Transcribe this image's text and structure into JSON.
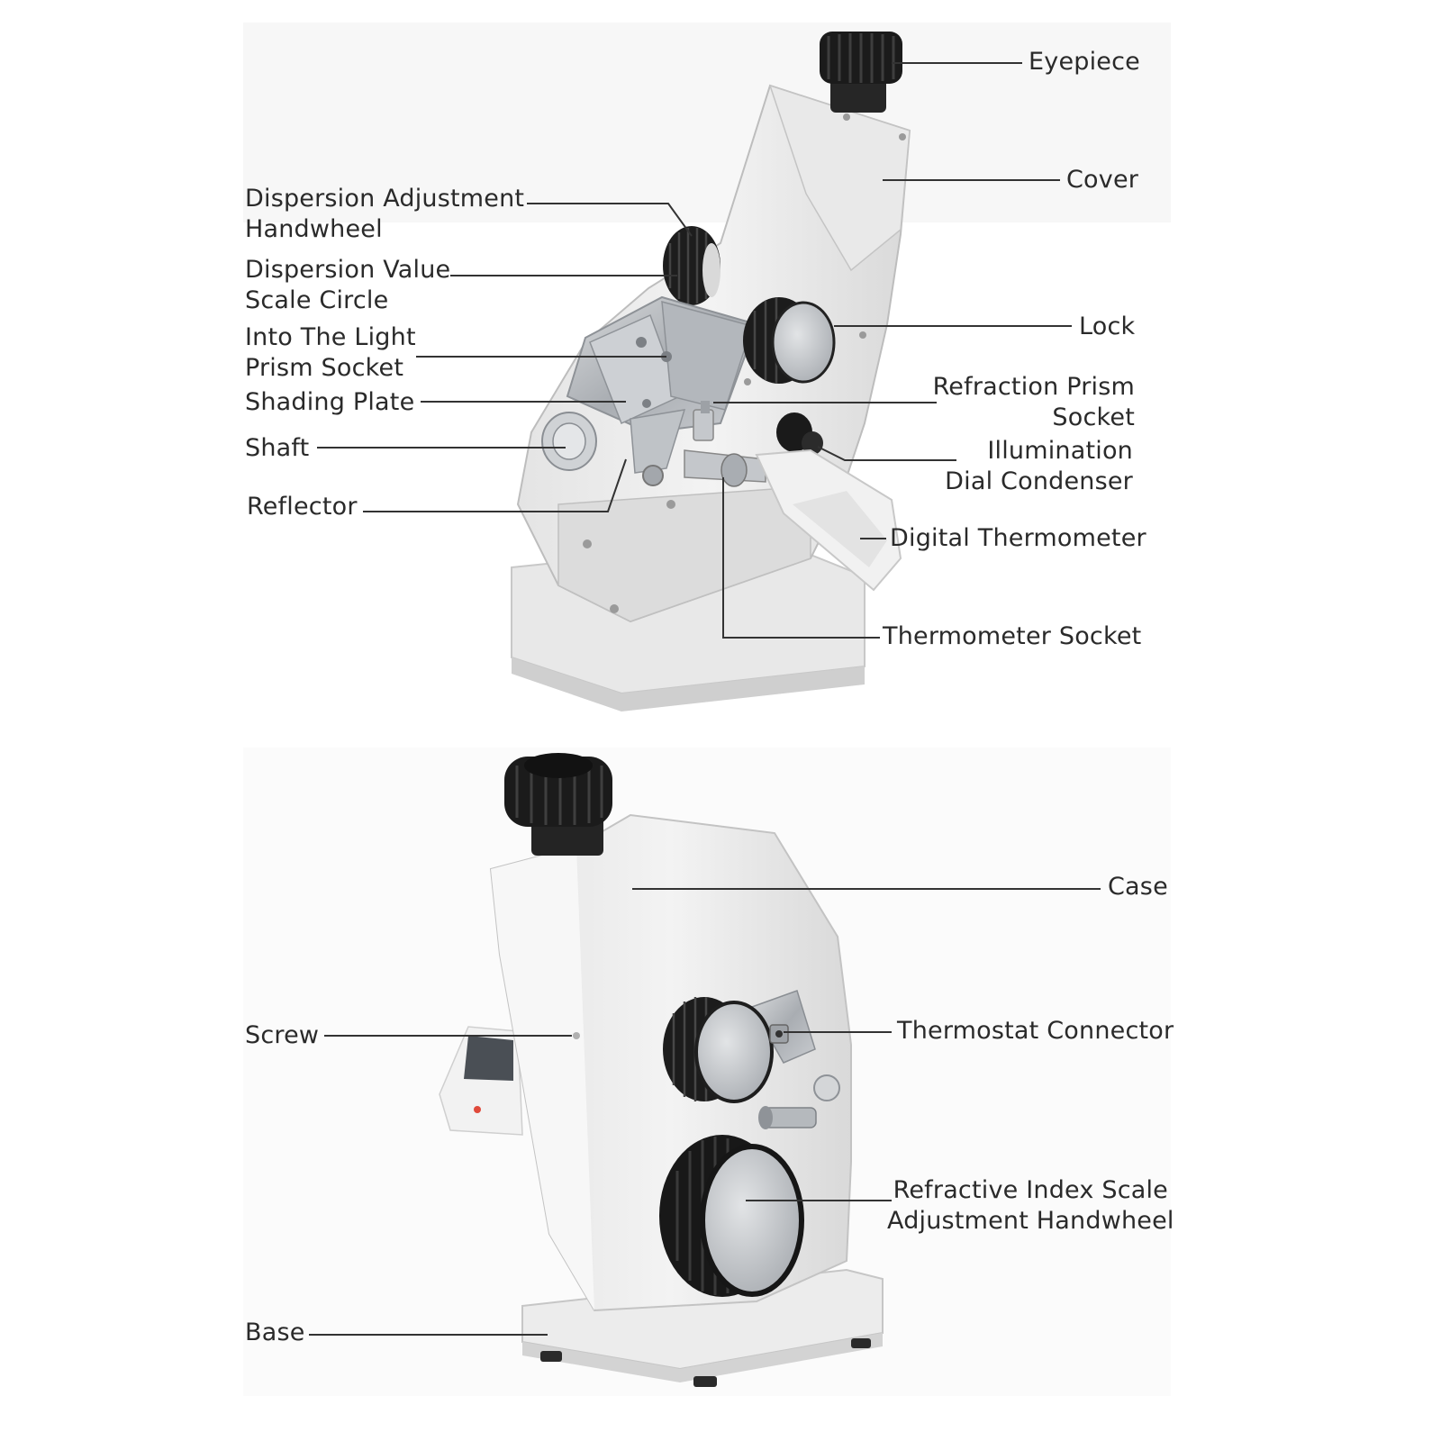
{
  "colors": {
    "background": "#ffffff",
    "panel": "#f8f8f8",
    "body_white": "#eeeeee",
    "body_shade": "#d6d6d6",
    "knob_black": "#1d1d1d",
    "steel": "#b8bcc0",
    "dial_face": "#c9ccd0",
    "leader_line": "#333333",
    "label_text": "#2a2a2a"
  },
  "icons": {
    "eyepiece": "black-knurled-eyepiece",
    "handwheel": "black-knurled-dial",
    "prism_box": "steel-prism-assembly",
    "thermometer": "digital-thermometer-probe"
  },
  "top_view": {
    "labels": {
      "eyepiece": "Eyepiece",
      "cover": "Cover",
      "dispersion_adjustment_handwheel": "Dispersion Adjustment\nHandwheel",
      "dispersion_value_scale_circle": "Dispersion Value\nScale Circle",
      "lock": "Lock",
      "into_the_light_prism_socket": "Into The Light\nPrism Socket",
      "refraction_prism_socket": "Refraction Prism\nSocket",
      "shading_plate": "Shading Plate",
      "illumination_dial_condenser": "Illumination\nDial Condenser",
      "shaft": "Shaft",
      "reflector": "Reflector",
      "digital_thermometer": "Digital Thermometer",
      "thermometer_socket": "Thermometer Socket"
    }
  },
  "bottom_view": {
    "labels": {
      "case": "Case",
      "screw": "Screw",
      "thermostat_connector": "Thermostat Connector",
      "refractive_index_scale_adjustment_handwheel": "Refractive Index Scale\nAdjustment Handwheel",
      "base": "Base"
    }
  }
}
